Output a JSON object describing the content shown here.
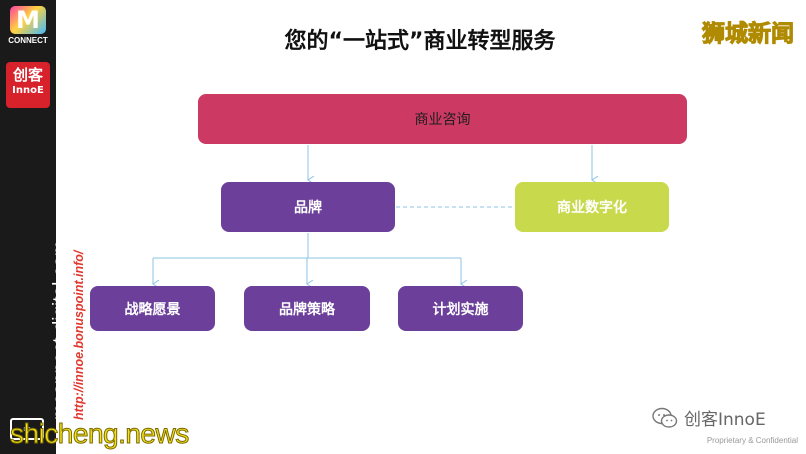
{
  "branding": {
    "logo_letter": "M",
    "logo_connect": "CONNECT",
    "innoe_line1": "创客",
    "innoe_line2": "InnoE",
    "vertical_site": "mconnect-digital.com",
    "vertical_url": "http://innoe.bonuspoint.info/",
    "shicheng_logo": "狮城新闻",
    "watermark": "shicheng.news",
    "wechat_label": "创客InnoE",
    "proprietary": "Proprietary & Confidential"
  },
  "slide": {
    "title": "您的“一站式”商业转型服务"
  },
  "diagram": {
    "top": "商业咨询",
    "brand": "品牌",
    "digital": "商业数字化",
    "sub1": "战略愿景",
    "sub2": "品牌策略",
    "sub3": "计划实施"
  },
  "colors": {
    "top_box": "#cc3a63",
    "purple_box": "#6b3f9a",
    "green_box": "#c9d94c",
    "connector": "#8ec4e6"
  }
}
